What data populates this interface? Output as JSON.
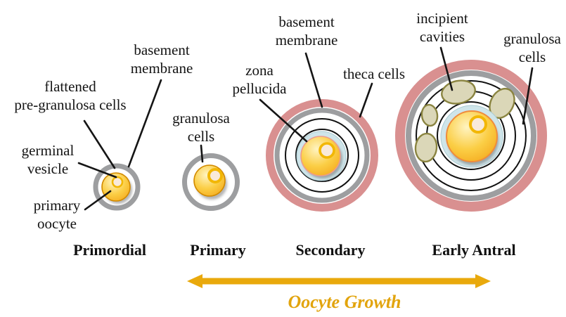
{
  "annotations": {
    "flattened_pre_granulosa": {
      "line1": "flattened",
      "line2": "pre-granulosa cells"
    },
    "basement_membrane_primordial": {
      "line1": "basement",
      "line2": "membrane"
    },
    "germinal_vesicle": {
      "line1": "germinal",
      "line2": "vesicle"
    },
    "primary_oocyte": {
      "line1": "primary",
      "line2": "oocyte"
    },
    "granulosa_cells_primary": {
      "line1": "granulosa",
      "line2": "cells"
    },
    "zona_pellucida": {
      "line1": "zona",
      "line2": "pellucida"
    },
    "basement_membrane_secondary": {
      "line1": "basement",
      "line2": "membrane"
    },
    "theca_cells": {
      "line1": "theca cells"
    },
    "incipient_cavities": {
      "line1": "incipient",
      "line2": "cavities"
    },
    "granulosa_cells_antral": {
      "line1": "granulosa",
      "line2": "cells"
    }
  },
  "stages": {
    "primordial": "Primordial",
    "primary": "Primary",
    "secondary": "Secondary",
    "early_antral": "Early Antral"
  },
  "growth_axis": {
    "label": "Oocyte Growth",
    "arrow_direction": "double-headed"
  },
  "colors": {
    "theca_pink": "#D99090",
    "basement_gray": "#9D9EA0",
    "zona_blue": "#CFE5EA",
    "zona_edge": "#AACBD2",
    "oocyte_gold": "#F8C437",
    "oocyte_highlight": "#FFF4C2",
    "gv_fill": "#F9EADA",
    "gv_ring_gold": "#F2B705",
    "cavity_fill": "#DBD7B8",
    "cavity_border": "#8A8440",
    "leader_line": "#151515",
    "arrow_gold": "#E9A90C"
  }
}
